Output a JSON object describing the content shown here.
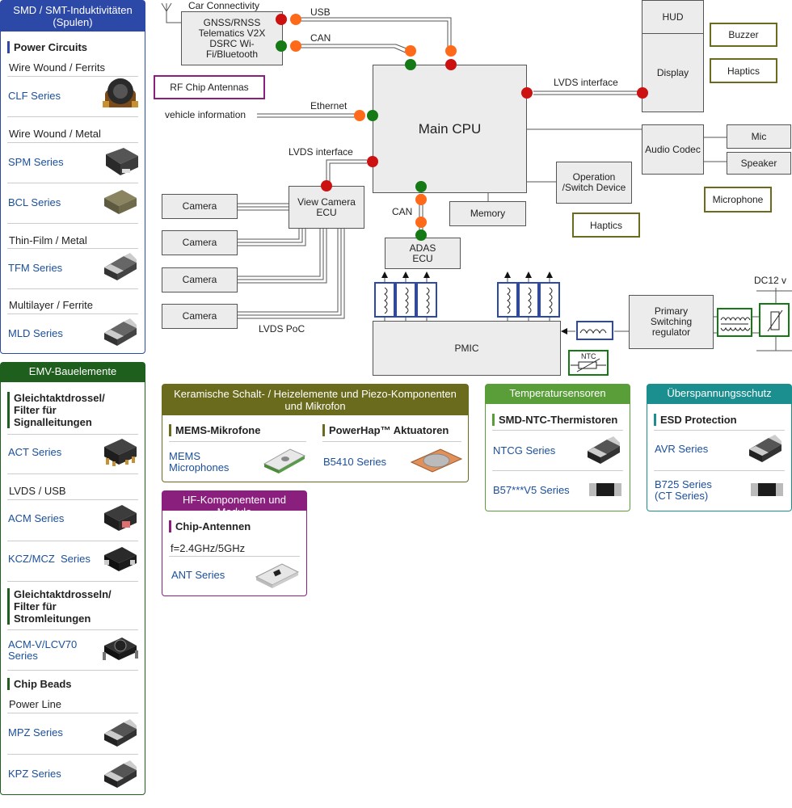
{
  "smd_panel": {
    "title": "SMD / SMT-Induktivitäten (Spulen)",
    "power_circuits": "Power Circuits",
    "wire_wound_ferrits": "Wire Wound / Ferrits",
    "clf": "CLF Series",
    "wire_wound_metal": "Wire Wound / Metal",
    "spm": "SPM Series",
    "bcl": "BCL Series",
    "thin_film_metal": "Thin-Film / Metal",
    "tfm": "TFM Series",
    "multilayer_ferrite": "Multilayer / Ferrite",
    "mld": "MLD Series"
  },
  "emv_panel": {
    "title": "EMV-Bauelemente",
    "gk_signal": "Gleichtaktdrossel/ Filter für Signalleitungen",
    "act": "ACT Series",
    "lvds_usb": "LVDS / USB",
    "acm": "ACM Series",
    "kcz": "KCZ/MCZ  Series",
    "gk_strom": "Gleichtaktdrosseln/ Filter für Stromleitungen",
    "acm_v": "ACM-V/LCV70 Series",
    "chip_beads": "Chip Beads",
    "power_line": "Power Line",
    "mpz": "MPZ Series",
    "kpz": "KPZ Series"
  },
  "keramik_panel": {
    "title": "Keramische Schalt- / Heizelemente und Piezo-Komponenten und Mikrofon",
    "mems_head": "MEMS-Mikrofone",
    "mems_link": "MEMS Microphones",
    "powerhap_head": "PowerHap™ Aktuatoren",
    "b5410": "B5410 Series"
  },
  "temp_panel": {
    "title": "Temperatursensoren",
    "ntc_head": "SMD-NTC-Thermistoren",
    "ntcg": "NTCG Series",
    "b57": "B57***V5 Series"
  },
  "ueber_panel": {
    "title": "Überspannungsschutz",
    "esd_head": "ESD Protection",
    "avr": "AVR Series",
    "b725": "B725 Series (CT Series)"
  },
  "hf_panel": {
    "title": "HF-Komponenten und Module",
    "chip_ant": "Chip-Antennen",
    "freq": "f=2.4GHz/5GHz",
    "ant": "ANT Series"
  },
  "diagram": {
    "car_connectivity": "Car Connectivity",
    "gnss": "GNSS/RNSS Telematics V2X DSRC Wi-Fi/Bluetooth",
    "usb": "USB",
    "can_top": "CAN",
    "rf_chip": "RF Chip Antennas",
    "vehicle_info": "vehicle information",
    "ethernet": "Ethernet",
    "main_cpu": "Main CPU",
    "lvds_interface_left": "LVDS interface",
    "lvds_interface_right": "LVDS interface",
    "hud": "HUD",
    "display": "Display",
    "buzzer": "Buzzer",
    "haptics_top": "Haptics",
    "audio_codec": "Audio Codec",
    "mic": "Mic",
    "speaker": "Speaker",
    "microphone": "Microphone",
    "operation_switch": "Operation /Switch Device",
    "haptics_mid": "Haptics",
    "memory": "Memory",
    "view_camera_ecu": "View Camera ECU",
    "camera_1": "Camera",
    "camera_2": "Camera",
    "camera_3": "Camera",
    "camera_4": "Camera",
    "lvds_poc": "LVDS PoC",
    "can_adas": "CAN",
    "adas_ecu": "ADAS ECU",
    "pmic": "PMIC",
    "primary_switching": "Primary Switching regulator",
    "dc12": "DC12 v",
    "ntc": "NTC"
  },
  "colors": {
    "blue_panel": "#2d49a8",
    "green_panel": "#1e5f1e",
    "olive_panel": "#6b6b1e",
    "light_green_panel": "#5a9e3a",
    "teal_panel": "#1b8f8f",
    "purple_panel": "#8b1f7e",
    "connector_red": "#cc1111",
    "connector_orange": "#ff6a1a",
    "connector_green": "#157a15"
  }
}
